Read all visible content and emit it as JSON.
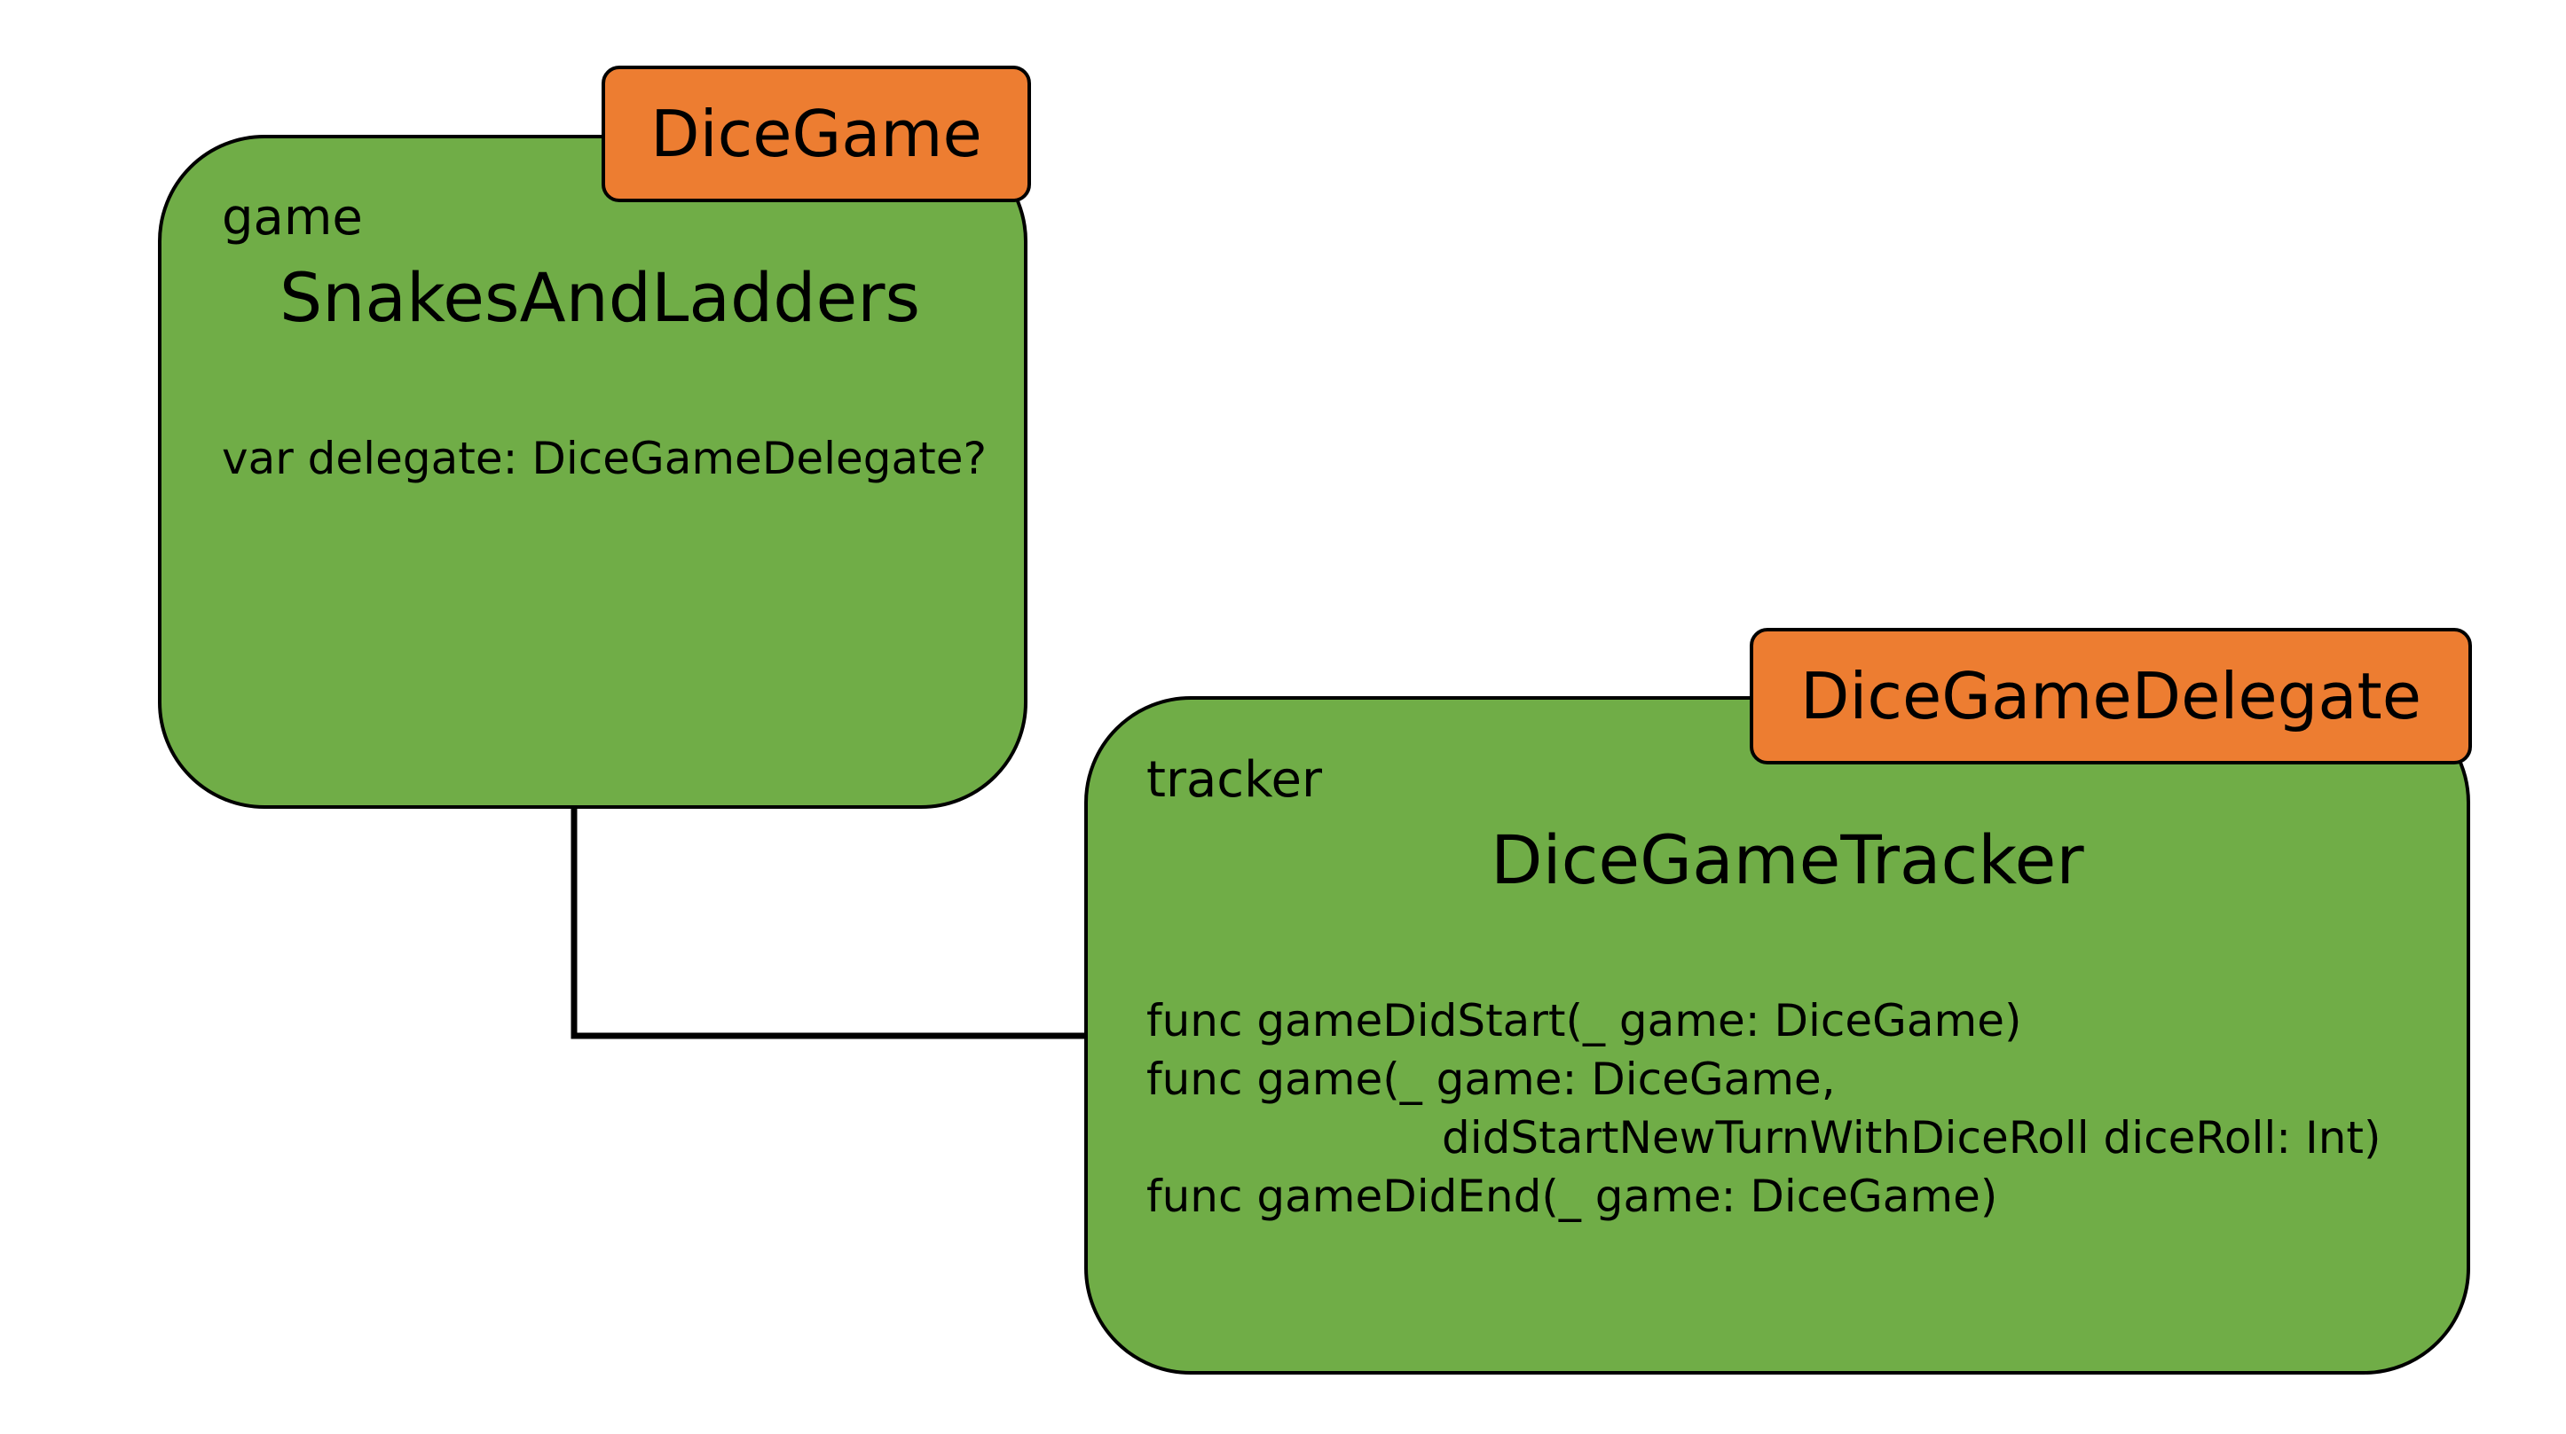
{
  "game_card": {
    "protocol_tag": "DiceGame",
    "variable_name": "game",
    "type_name": "SnakesAndLadders",
    "property": "var delegate: DiceGameDelegate?"
  },
  "tracker_card": {
    "protocol_tag": "DiceGameDelegate",
    "variable_name": "tracker",
    "type_name": "DiceGameTracker",
    "methods": [
      "func gameDidStart(_ game: DiceGame)",
      "func game(_ game: DiceGame,",
      "didStartNewTurnWithDiceRoll diceRoll: Int)",
      "func gameDidEnd(_ game: DiceGame)"
    ]
  },
  "colors": {
    "card_fill": "#70ad47",
    "tag_fill": "#ed7d31",
    "outline": "#000000"
  }
}
